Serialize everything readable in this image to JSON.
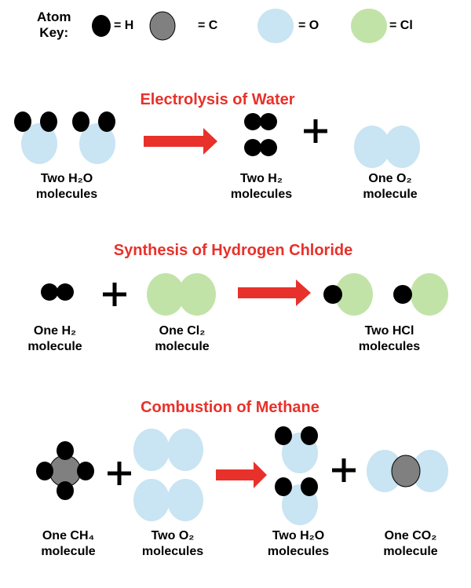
{
  "key": {
    "title_line1": "Atom",
    "title_line2": "Key:",
    "items": [
      {
        "label": "= H",
        "color": "#000000"
      },
      {
        "label": "= C",
        "color": "#808080"
      },
      {
        "label": "= O",
        "color": "#c9e4f2"
      },
      {
        "label": "= Cl",
        "color": "#c2e3a8"
      }
    ]
  },
  "accent_color": "#e8312a",
  "reactions": [
    {
      "title": "Electrolysis of Water",
      "labels": [
        [
          "Two H₂O",
          "molecules"
        ],
        [
          "Two H₂",
          "molecules"
        ],
        [
          "One O₂",
          "molecule"
        ]
      ]
    },
    {
      "title": "Synthesis of Hydrogen Chloride",
      "labels": [
        [
          "One H₂",
          "molecule"
        ],
        [
          "One Cl₂",
          "molecule"
        ],
        [
          "Two HCl",
          "molecules"
        ]
      ]
    },
    {
      "title": "Combustion of Methane",
      "labels": [
        [
          "One CH₄",
          "molecule"
        ],
        [
          "Two O₂",
          "molecules"
        ],
        [
          "Two H₂O",
          "molecules"
        ],
        [
          "One CO₂",
          "molecule"
        ]
      ]
    }
  ]
}
